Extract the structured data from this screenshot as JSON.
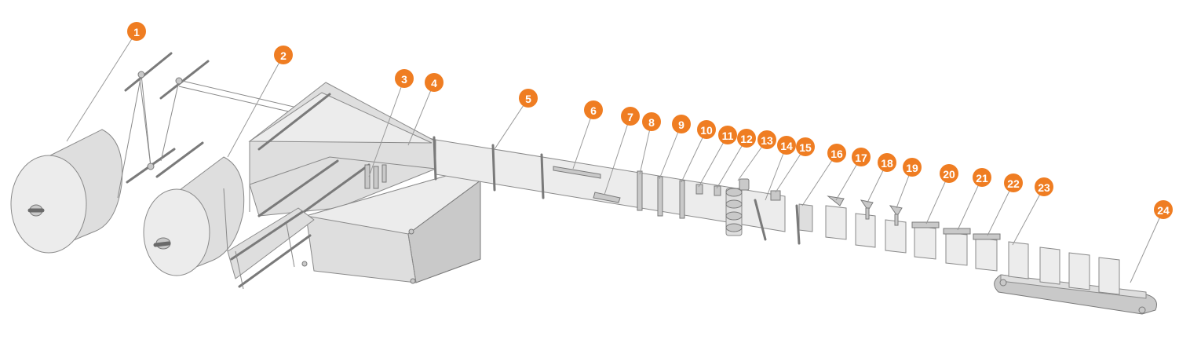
{
  "colors": {
    "badge": "#ef7d22",
    "machine": "#dedede",
    "machine_dark": "#c9c9c9",
    "outline": "#8a8a8a"
  },
  "callouts": [
    {
      "label": "1"
    },
    {
      "label": "2"
    },
    {
      "label": "3"
    },
    {
      "label": "4"
    },
    {
      "label": "5"
    },
    {
      "label": "6"
    },
    {
      "label": "7"
    },
    {
      "label": "8"
    },
    {
      "label": "9"
    },
    {
      "label": "10"
    },
    {
      "label": "11"
    },
    {
      "label": "12"
    },
    {
      "label": "13"
    },
    {
      "label": "14"
    },
    {
      "label": "15"
    },
    {
      "label": "16"
    },
    {
      "label": "17"
    },
    {
      "label": "18"
    },
    {
      "label": "19"
    },
    {
      "label": "20"
    },
    {
      "label": "21"
    },
    {
      "label": "22"
    },
    {
      "label": "23"
    },
    {
      "label": "24"
    }
  ]
}
